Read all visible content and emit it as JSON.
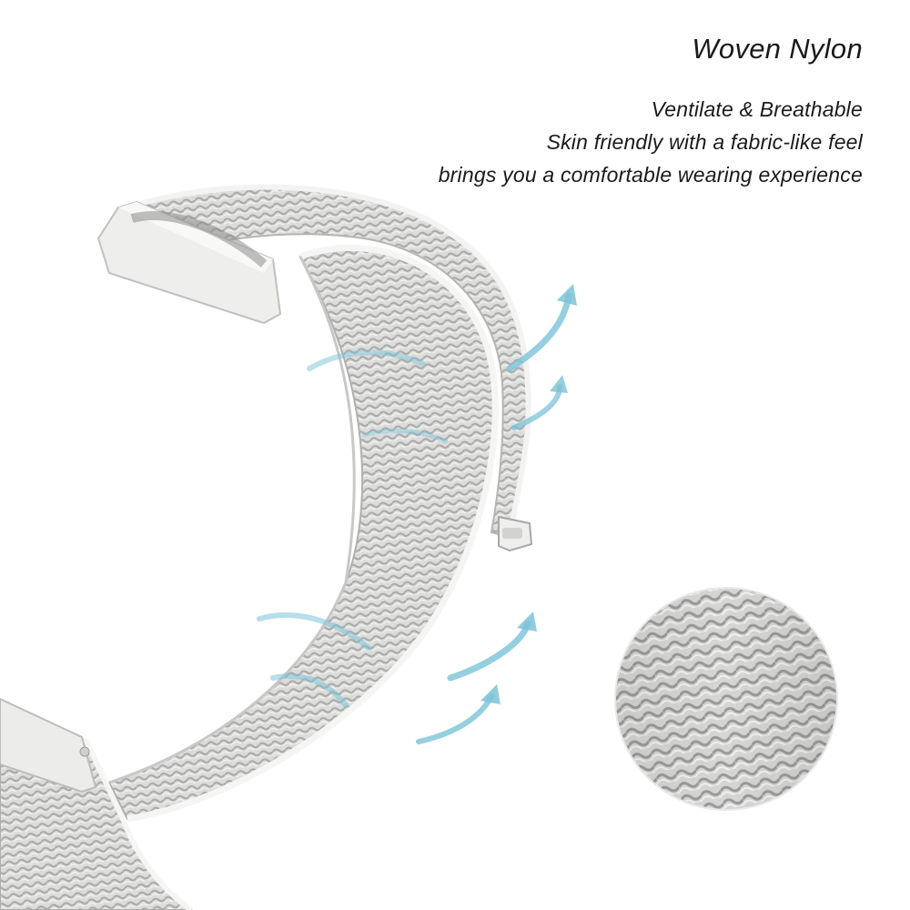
{
  "product": {
    "headline": "Woven Nylon",
    "features": [
      "Ventilate & Breathable",
      "Skin friendly with a fabric-like feel",
      "brings you a comfortable wearing experience"
    ]
  },
  "colors": {
    "band_light": "#e6e6e4",
    "band_mid": "#c4c4c2",
    "band_dark": "#8a8a88",
    "connector": "#efefed",
    "airflow": "#7cc3d8",
    "text": "#1a1a1a",
    "background": "#ffffff"
  },
  "icons": {
    "airflow_arrows": "arrow-curved-up-right",
    "fabric_magnifier": "circle-zoom"
  }
}
